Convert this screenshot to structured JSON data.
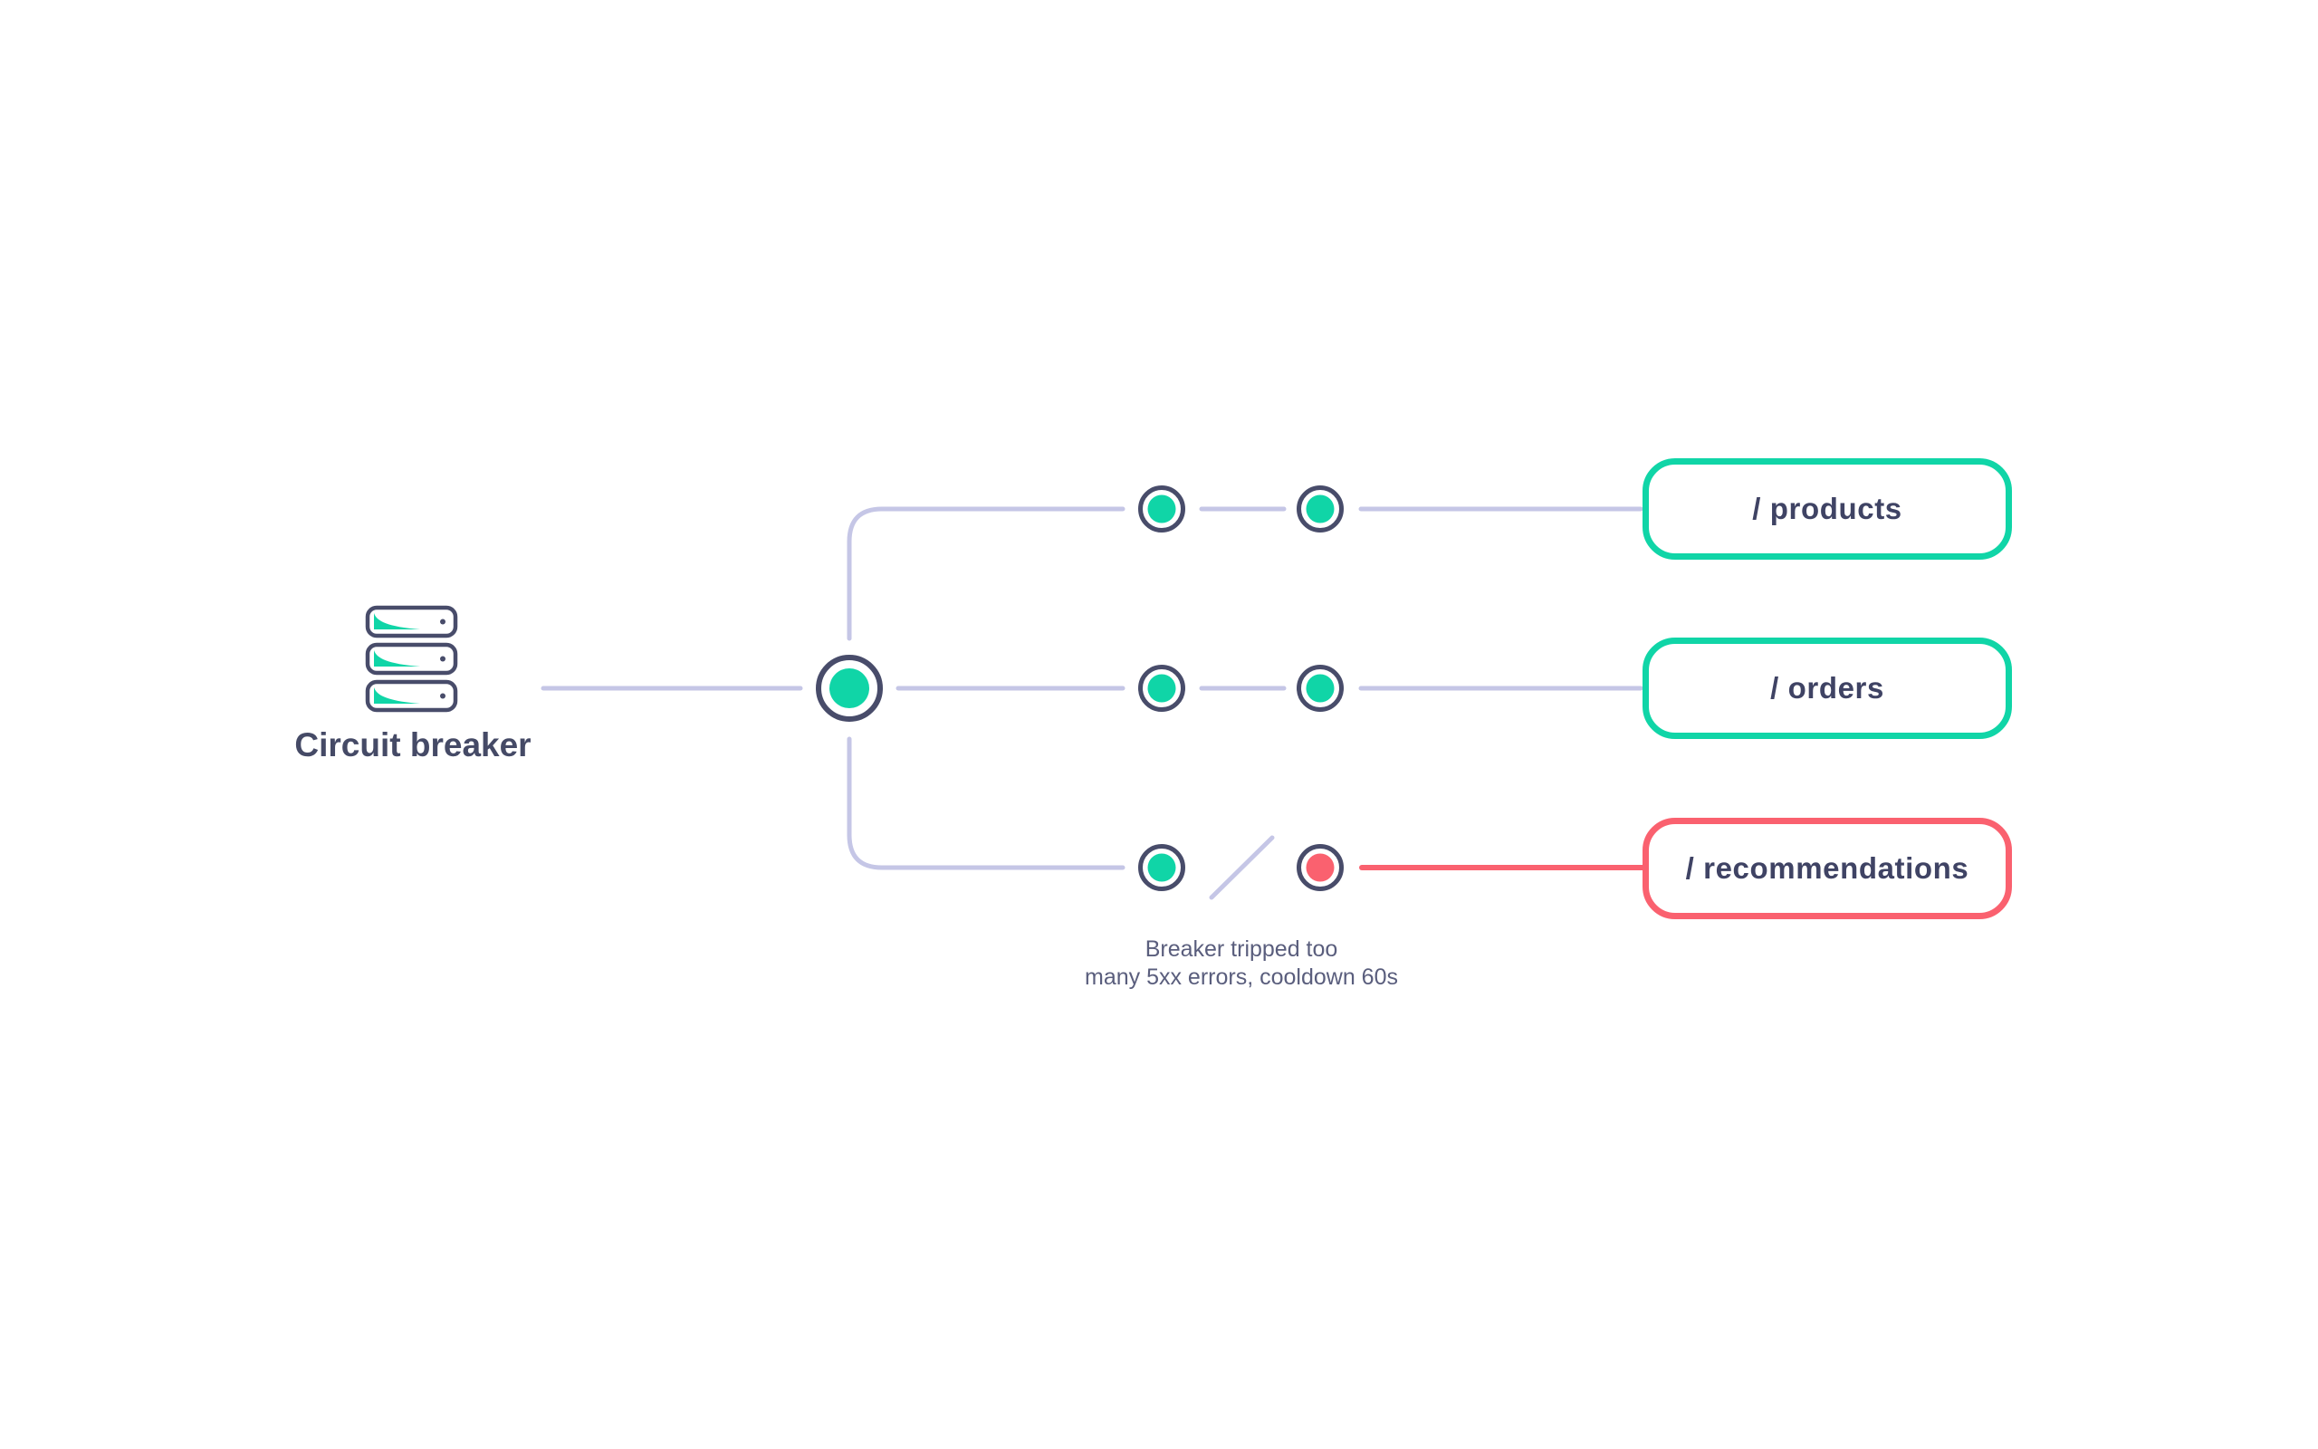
{
  "colors": {
    "teal": "#10d5a7",
    "red": "#fa616f",
    "lavender": "#c5c6e6",
    "outline": "#484c6a",
    "labeltext": "#3f4364",
    "titletext": "#454a66",
    "captiontext": "#5a5e7d",
    "background": "#ffffff"
  },
  "diagram": {
    "source": {
      "label": "Circuit breaker",
      "icon": "server-stack-icon"
    },
    "hub": {
      "state": "closed",
      "status_color": "teal"
    },
    "branches": [
      {
        "endpoint_label": "/ products",
        "state": "closed",
        "checkpoints": [
          "healthy",
          "healthy"
        ],
        "border_color": "teal"
      },
      {
        "endpoint_label": "/ orders",
        "state": "closed",
        "checkpoints": [
          "healthy",
          "healthy"
        ],
        "border_color": "teal"
      },
      {
        "endpoint_label": "/ recommendations",
        "state": "open",
        "checkpoints": [
          "healthy",
          "failing"
        ],
        "border_color": "red",
        "annotation_lines": [
          "Breaker tripped too",
          "many 5xx errors, cooldown 60s"
        ]
      }
    ]
  }
}
